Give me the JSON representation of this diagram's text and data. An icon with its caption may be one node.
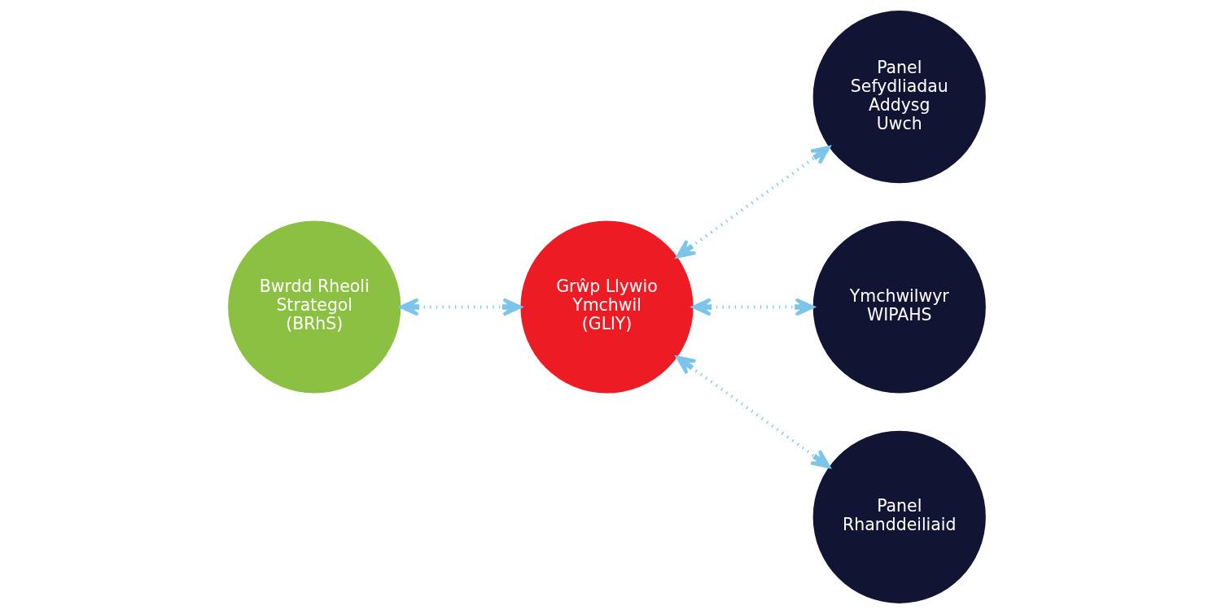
{
  "diagram": {
    "nodes": [
      {
        "text": [
          "Bwrdd Rheoli Strategol (BRhS)"
        ]
      },
      {
        "text": [
          "Grŵp Llywio Ymchwil (GLlY)"
        ]
      },
      {
        "text": [
          "Panel Sefydliadau Addysg Uwch"
        ]
      },
      {
        "text": [
          "Ymchwilwyr WIPAHS"
        ]
      },
      {
        "text": [
          "Panel Rhanddeiliaid"
        ]
      }
    ],
    "edges": [
      {
        "from": 0,
        "to": 1,
        "arrow": "both",
        "style": "dashed"
      },
      {
        "from": 1,
        "to": 2,
        "arrow": "both",
        "style": "dashed"
      },
      {
        "from": 1,
        "to": 3,
        "arrow": "both",
        "style": "dashed"
      },
      {
        "from": 1,
        "to": 4,
        "arrow": "both",
        "style": "dashed"
      }
    ]
  }
}
